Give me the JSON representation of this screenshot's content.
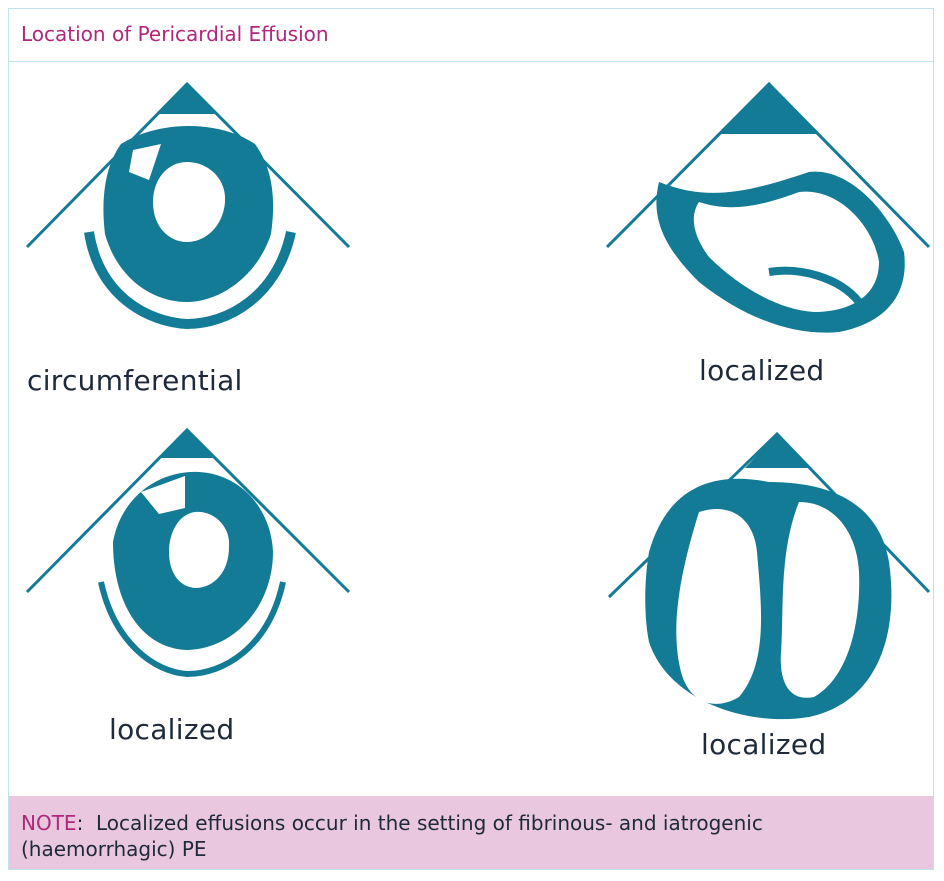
{
  "title": "Location of Pericardial Effusion",
  "colors": {
    "accent": "#b0287a",
    "effusion": "#137b95",
    "note_bg": "#e8c7df",
    "border": "#bfe3ea"
  },
  "panels": [
    {
      "label": "circumferential"
    },
    {
      "label": "localized"
    },
    {
      "label": "localized"
    },
    {
      "label": "localized"
    }
  ],
  "note": {
    "label": "NOTE",
    "text": "Localized effusions occur in the setting of fibrinous-  and iatrogenic (haemorrhagic) PE"
  }
}
